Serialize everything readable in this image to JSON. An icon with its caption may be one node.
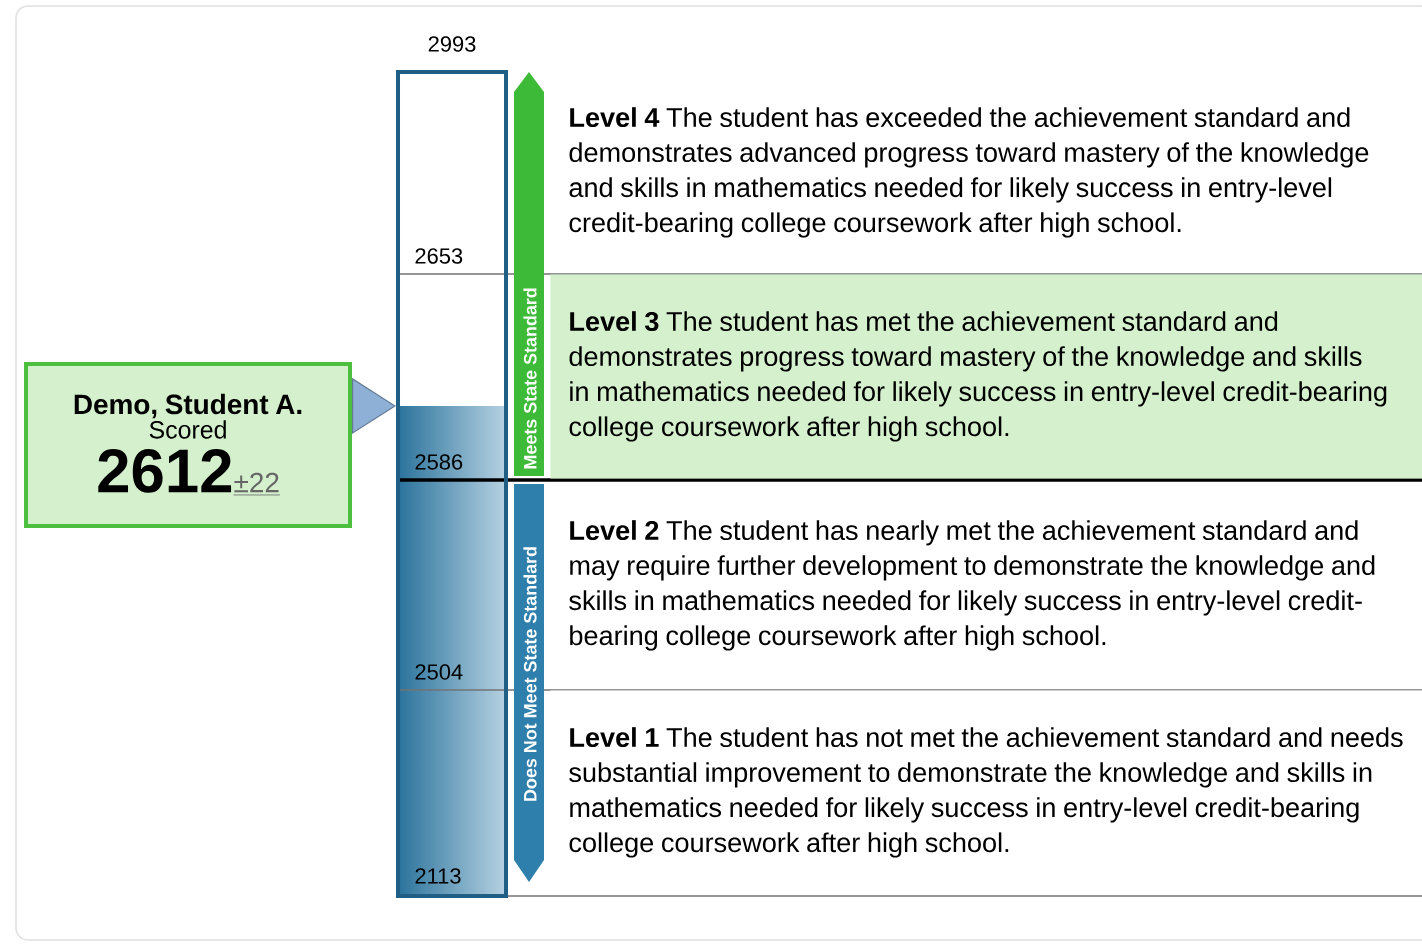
{
  "diagram": {
    "nodes": [
      {
        "text": [
          "Demo, Student A.",
          "Scored",
          "2612",
          "±22"
        ]
      },
      {
        "text": [],
        "shape": "bar"
      },
      {
        "text": [
          "**Level 4** The student has exceeded the achievement standard and demonstrates advanced progress toward mastery of the knowledge and skills in mathematics needed for likely success in entry-level credit-bearing college coursework after high school."
        ]
      },
      {
        "text": [
          "**Level 3** The student has met the achievement standard and demonstrates progress toward mastery of the knowledge and skills in mathematics needed for likely success in entry-level credit-bearing college coursework after high school."
        ]
      },
      {
        "text": [
          "**Level 2** The student has nearly met the achievement standard and may require further development to demonstrate the knowledge and skills in mathematics needed for likely success in entry-level credit-bearing college coursework after high school."
        ]
      },
      {
        "text": [
          "**Level 1** The student has not met the achievement standard and needs substantial improvement to demonstrate the knowledge and skills in mathematics needed for likely success in entry-level credit-bearing college coursework after high school."
        ]
      },
      {
        "text": [
          "Meets State Standard"
        ]
      },
      {
        "text": [
          "Does Not Meet State Standard"
        ]
      }
    ],
    "edges": [
      {
        "from": 0,
        "to": 1,
        "arrow": "to"
      }
    ],
    "labels": [
      "2993",
      "2653",
      "2586",
      "2504",
      "2113"
    ]
  }
}
